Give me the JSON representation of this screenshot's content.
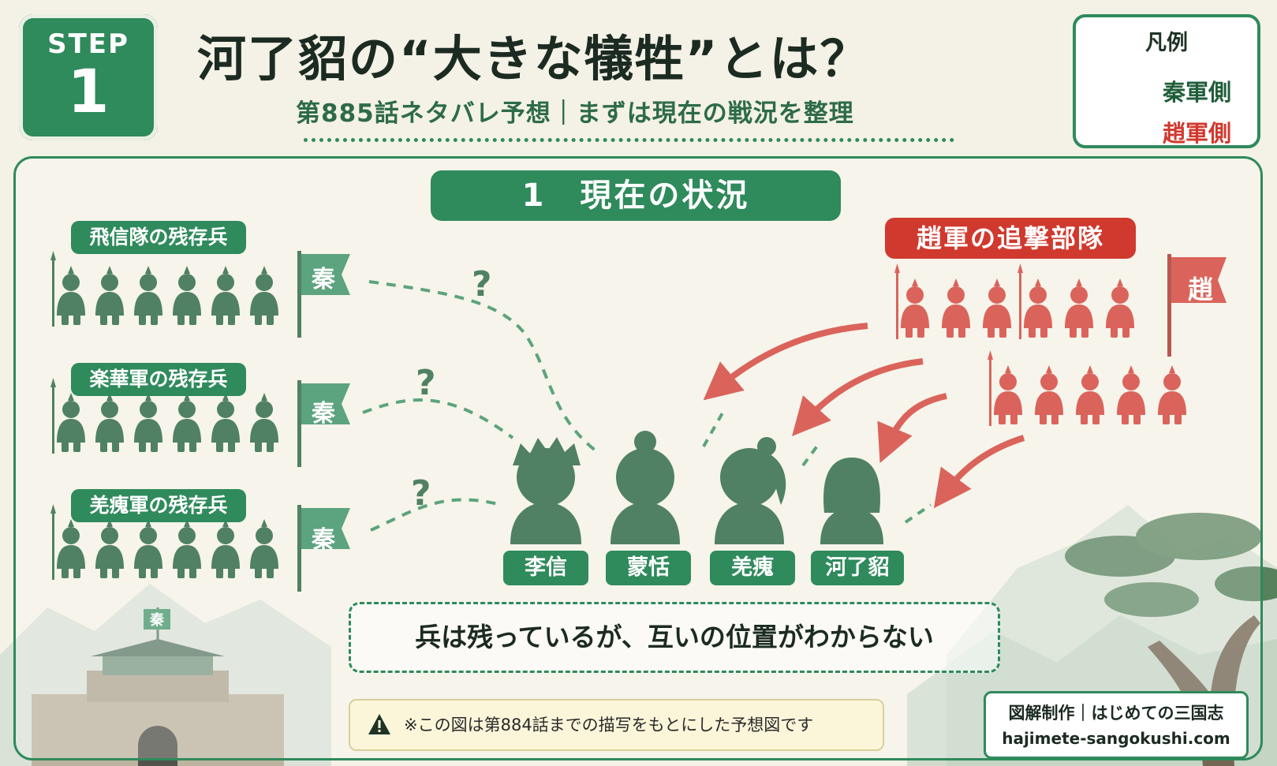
{
  "header": {
    "step_label": "STEP",
    "step_number": "1",
    "title": "河了貂の“大きな犠牲”とは？",
    "subtitle": "第885話ネタバレ予想｜まずは現在の戦況を整理"
  },
  "legend": {
    "title": "凡例",
    "items": [
      {
        "label": "秦軍側",
        "color": "#2f8a5c"
      },
      {
        "label": "趙軍側",
        "color": "#d0392e"
      }
    ]
  },
  "section": {
    "title": "1　現在の状況"
  },
  "qin_groups": [
    {
      "label": "飛信隊の残存兵",
      "flag": "秦"
    },
    {
      "label": "楽華軍の残存兵",
      "flag": "秦"
    },
    {
      "label": "羌瘣軍の残存兵",
      "flag": "秦"
    }
  ],
  "zhao": {
    "label": "趙軍の追撃部隊",
    "flag": "趙"
  },
  "question_mark": "?",
  "characters": [
    {
      "name": "李信"
    },
    {
      "name": "蒙恬"
    },
    {
      "name": "羌瘣"
    },
    {
      "name": "河了貂"
    }
  ],
  "summary": "兵は残っているが、互いの位置がわからない",
  "note": "※この図は第884話までの描写をもとにした予想図です",
  "credit": {
    "line1": "図解制作｜はじめての三国志",
    "line2": "hajimete-sangokushi.com"
  },
  "scene": {
    "castle_flag": "秦"
  },
  "colors": {
    "qin": "#2f8a5c",
    "qin_dark": "#1f5e3a",
    "zhao": "#d0392e",
    "background": "#f4f1e6"
  }
}
